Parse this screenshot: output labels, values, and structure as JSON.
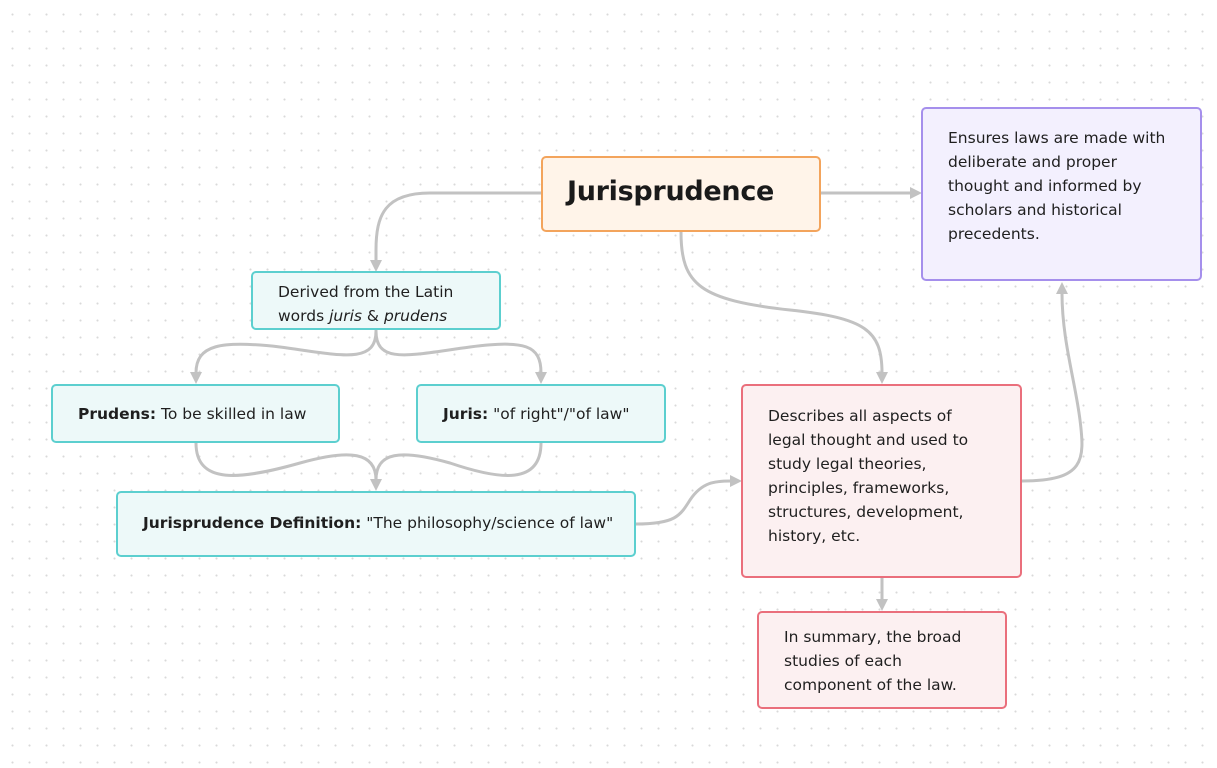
{
  "colors": {
    "background": "#ffffff",
    "grid_dot": "#d9d9d9",
    "connector": "#c2c2c2",
    "orange_border": "#f3a45c",
    "orange_fill": "#fff4e9",
    "teal_border": "#5ccfcf",
    "teal_fill": "#edf9f9",
    "red_border": "#ea6f7c",
    "red_fill": "#fcf0f1",
    "purple_border": "#a58fec",
    "purple_fill": "#f3f0fe"
  },
  "nodes": {
    "title": {
      "text": "Jurisprudence"
    },
    "derived": {
      "line1": "Derived from the Latin",
      "line2_prefix": "words ",
      "line2_word1": "juris",
      "line2_amp": " & ",
      "line2_word2": "prudens"
    },
    "prudens": {
      "label": "Prudens:",
      "text": " To be skilled in law"
    },
    "juris": {
      "label": "Juris:",
      "text": " \"of right\"/\"of law\""
    },
    "definition": {
      "label": "Jurisprudence Definition:",
      "text": " \"The philosophy/science of law\""
    },
    "describes": {
      "lines": [
        "Describes all aspects of",
        "legal thought and used to",
        "study legal theories,",
        "principles, frameworks,",
        "structures, development,",
        "history, etc."
      ]
    },
    "summary": {
      "lines": [
        "In summary, the broad",
        "studies of each",
        "component of the law."
      ]
    },
    "ensures": {
      "lines": [
        "Ensures laws are made with",
        "deliberate and proper",
        "thought and informed by",
        "scholars and historical",
        "precedents."
      ]
    }
  }
}
